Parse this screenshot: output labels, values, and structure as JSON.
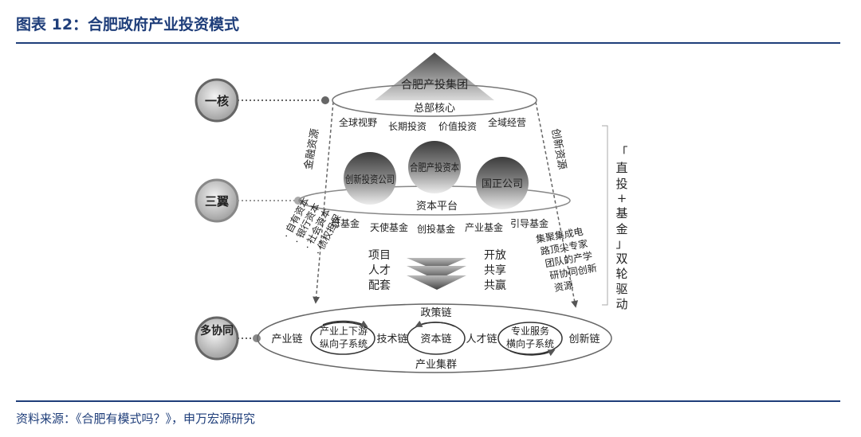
{
  "title": "图表 12：合肥政府产业投资模式",
  "source": "资料来源：《合肥有模式吗？》，申万宏源研究",
  "levels": [
    "一核",
    "三翼",
    "多协同"
  ],
  "core": {
    "group": "合肥产投集团",
    "hq": "总部核心",
    "principles": [
      "全球视野",
      "长期投资",
      "价值投资",
      "全域经营"
    ]
  },
  "side_labels": {
    "left": "金融资源",
    "right": "创新资源"
  },
  "wings": {
    "spheres": [
      "创新投资公司",
      "合肥产投资本",
      "国正公司"
    ],
    "platform": "资本平台",
    "funds": [
      "母基金",
      "天使基金",
      "创投基金",
      "产业基金",
      "引导基金"
    ]
  },
  "capital_sources": [
    "· 自有资本",
    "· 银行资本",
    "· 社会资本",
    "· 债权担保"
  ],
  "innovation_sources": [
    "集聚集成电",
    "路顶尖专家",
    "团队的产学",
    "研协同创新",
    "资源"
  ],
  "middle_left": [
    "项目",
    "人才",
    "配套"
  ],
  "middle_right": [
    "开放",
    "共享",
    "共赢"
  ],
  "drive": {
    "chars": [
      "「",
      "直",
      "投",
      "+",
      "基",
      "金",
      "」",
      "双",
      "轮",
      "驱",
      "动"
    ]
  },
  "synergy": {
    "top": "政策链",
    "bottom": "产业集群",
    "left_end": "产业链",
    "left_cycle": [
      "产业上下游",
      "纵向子系统"
    ],
    "tech": "技术链",
    "capital": "资本链",
    "talent": "人才链",
    "right_cycle": [
      "专业服务",
      "横向子系统"
    ],
    "right_end": "创新链"
  }
}
